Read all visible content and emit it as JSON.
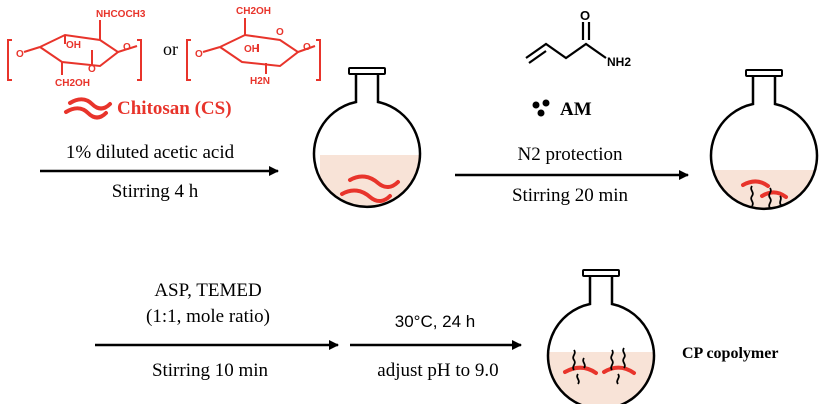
{
  "colors": {
    "red": "#e8342b",
    "black": "#000000",
    "liquid": "#f8e3d7"
  },
  "structures": {
    "left": {
      "nhcoch3": "NHCOCH3",
      "oh": "OH",
      "ch2oh": "CH2OH",
      "o_ring": "O",
      "o_left": "O",
      "o_right": "O"
    },
    "right": {
      "ch2oh": "CH2OH",
      "oh": "OH",
      "h2n": "H2N",
      "o_ring": "O",
      "o_left": "O",
      "o_right": "O"
    },
    "or": "or",
    "acrylamide": {
      "o": "O",
      "nh2": "NH2"
    }
  },
  "labels": {
    "chitosan": "Chitosan (CS)",
    "am": "AM",
    "arrow1_top": "1% diluted acetic acid",
    "arrow1_bottom": "Stirring 4 h",
    "arrow2_top": "N2 protection",
    "arrow2_bottom": "Stirring 20 min",
    "arrow3_top1": "ASP, TEMED",
    "arrow3_top2": "(1:1, mole ratio)",
    "arrow3_bottom": "Stirring 10 min",
    "arrow4_top": "30°C, 24 h",
    "arrow4_bottom": "adjust pH to 9.0",
    "product": "CP copolymer"
  }
}
